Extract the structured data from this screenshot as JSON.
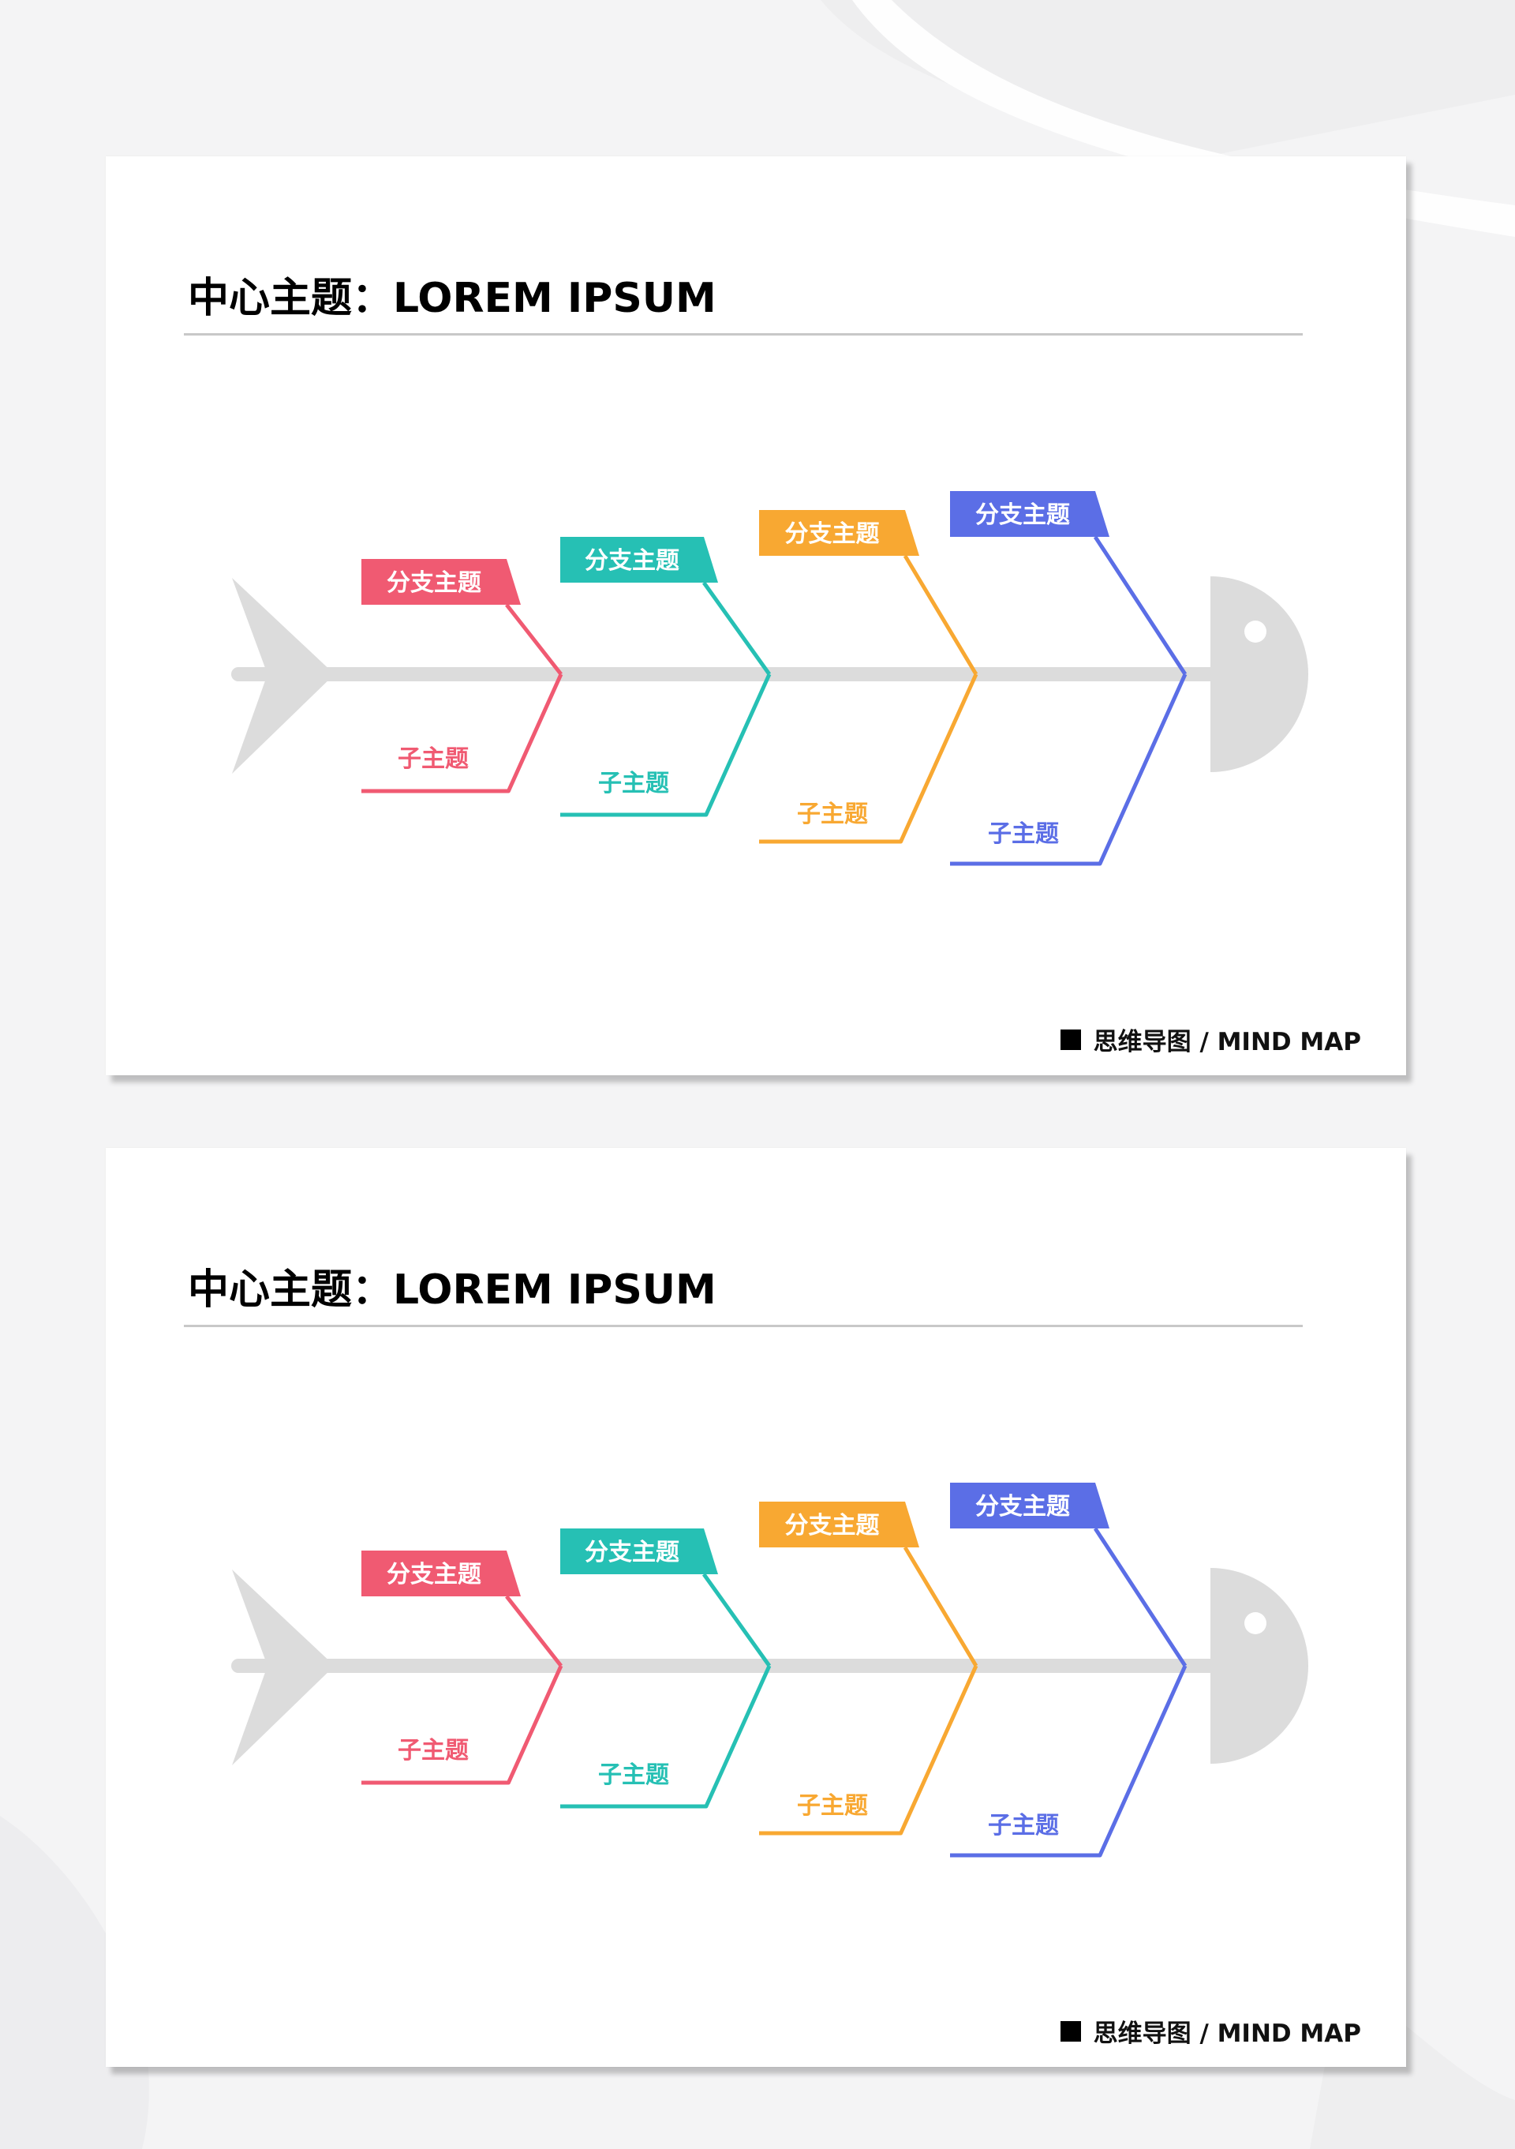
{
  "pages": [
    {
      "title": "中心主题：LOREM IPSUM",
      "branches": [
        {
          "label": "分支主题",
          "sub_label": "子主题",
          "color": "#f05a72"
        },
        {
          "label": "分支主题",
          "sub_label": "子主题",
          "color": "#26c0b4"
        },
        {
          "label": "分支主题",
          "sub_label": "子主题",
          "color": "#f8a832"
        },
        {
          "label": "分支主题",
          "sub_label": "子主题",
          "color": "#5b6ee6"
        }
      ],
      "footer": "思维导图 / MIND MAP"
    },
    {
      "title": "中心主题：LOREM IPSUM",
      "branches": [
        {
          "label": "分支主题",
          "sub_label": "子主题",
          "color": "#f05a72"
        },
        {
          "label": "分支主题",
          "sub_label": "子主题",
          "color": "#26c0b4"
        },
        {
          "label": "分支主题",
          "sub_label": "子主题",
          "color": "#f8a832"
        },
        {
          "label": "分支主题",
          "sub_label": "子主题",
          "color": "#5b6ee6"
        }
      ],
      "footer": "思维导图 / MIND MAP"
    }
  ],
  "colors": {
    "skeleton": "#dcdcdc",
    "background": "#f4f4f5"
  }
}
